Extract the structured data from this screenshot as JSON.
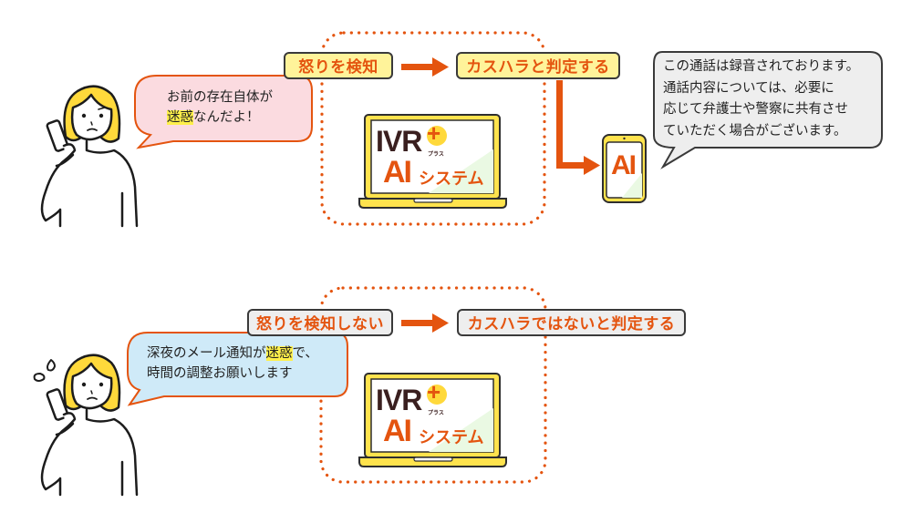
{
  "colors": {
    "accent_orange": "#e4540f",
    "label_yellow": "#fff39a",
    "label_grey": "#eeeeee",
    "bubble_pink": "#fbdbe0",
    "bubble_blue": "#cfeaf8",
    "bubble_grey": "#eeeeee",
    "highlight": "#fff04a",
    "hair_yellow": "#ffd93b"
  },
  "scenario_top": {
    "caller_speech": {
      "line1": "お前の存在自体が",
      "line2_highlight": "迷惑",
      "line2_rest": "なんだよ！"
    },
    "detect_label": "怒りを検知",
    "judge_label": "カスハラと判定する",
    "system": {
      "logo_main": "IVR",
      "logo_plus": "+",
      "logo_plus_sub": "プラス",
      "logo_ai": "AI",
      "logo_system": "システム"
    },
    "phone_label": "AI",
    "ai_speech": [
      "この通話は録音されております。",
      "通話内容については、必要に",
      "応じて弁護士や警察に共有させ",
      "ていただく場合がございます。"
    ]
  },
  "scenario_bottom": {
    "caller_speech": {
      "line1_pre": "深夜のメール通知が",
      "line1_highlight": "迷惑",
      "line1_post": "で、",
      "line2": "時間の調整お願いします"
    },
    "detect_label": "怒りを検知しない",
    "judge_label": "カスハラではないと判定する",
    "system": {
      "logo_main": "IVR",
      "logo_plus": "+",
      "logo_plus_sub": "プラス",
      "logo_ai": "AI",
      "logo_system": "システム"
    }
  }
}
